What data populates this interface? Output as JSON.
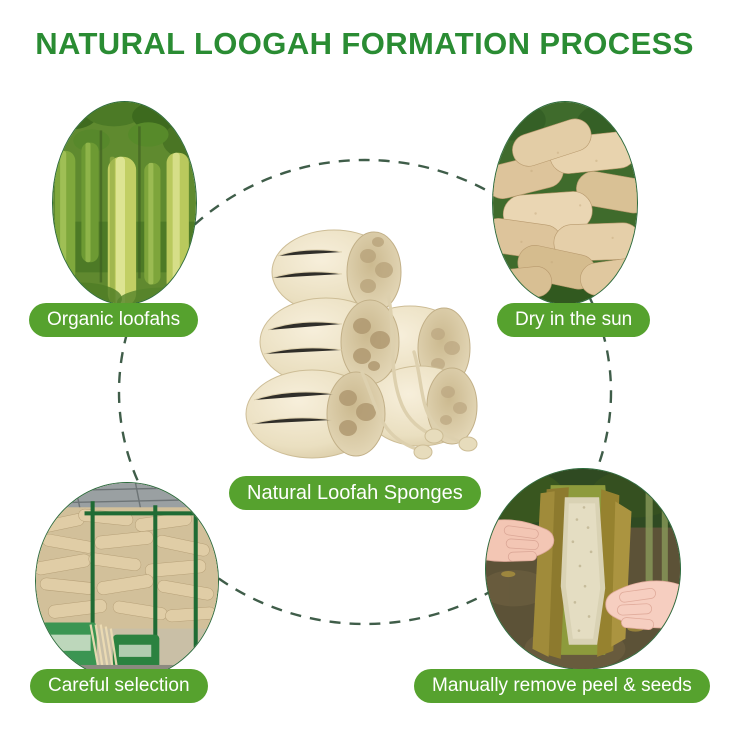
{
  "page": {
    "title": "NATURAL LOOGAH FORMATION PROCESS",
    "background_color": "#ffffff",
    "accent_green": "#56a22e",
    "title_green": "#2a8c33",
    "circle_border_green": "#2d6b3d",
    "dashed_line_color": "#3f5d49"
  },
  "steps": [
    {
      "id": "organic-loofahs",
      "label": "Organic loofahs",
      "position": "top-left",
      "photo": "green-loofah-gourds-on-vine"
    },
    {
      "id": "dry-in-the-sun",
      "label": "Dry in the sun",
      "position": "top-right",
      "photo": "dried-beige-loofah-gourds-pile"
    },
    {
      "id": "manually-remove-peel-and-seeds",
      "label": "Manually remove peel & seeds",
      "position": "bottom-right",
      "photo": "hands-peeling-loofah-outdoors"
    },
    {
      "id": "careful-selection",
      "label": "Careful selection",
      "position": "bottom-left",
      "photo": "warehouse-loofah-piles-green-sacks"
    }
  ],
  "center": {
    "label": "Natural Loofah Sponges",
    "photo": "stacked-loofah-sponge-pieces-with-cords"
  }
}
